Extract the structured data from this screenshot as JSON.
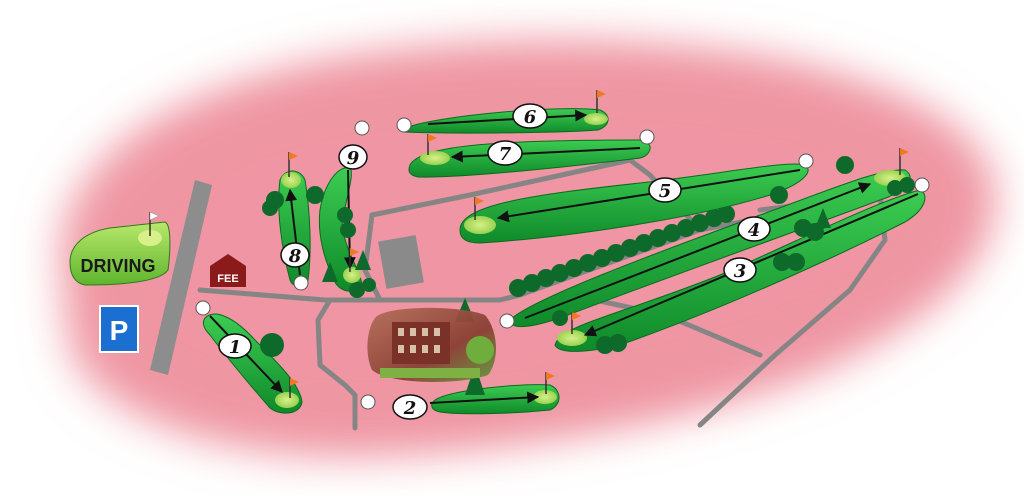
{
  "labels": {
    "driving": "DRIVING",
    "parking": "P",
    "fee": "FEE"
  },
  "holes": [
    {
      "number": "1"
    },
    {
      "number": "2"
    },
    {
      "number": "3"
    },
    {
      "number": "4"
    },
    {
      "number": "5"
    },
    {
      "number": "6"
    },
    {
      "number": "7"
    },
    {
      "number": "8"
    },
    {
      "number": "9"
    }
  ],
  "colors": {
    "background_zone": "#ef9aa5",
    "fairway": "#1eae3a",
    "green": "#a8dc55",
    "paths": "#808080",
    "flag": "#f07820",
    "parking_sign": "#1a6fd0",
    "fee_house": "#8b1a1a",
    "trees": "#0e6a2a"
  },
  "icons": [
    "flag-icon",
    "golf-ball-icon",
    "tree-icon",
    "clubhouse-photo",
    "parking-sign-icon",
    "fee-house-icon"
  ]
}
